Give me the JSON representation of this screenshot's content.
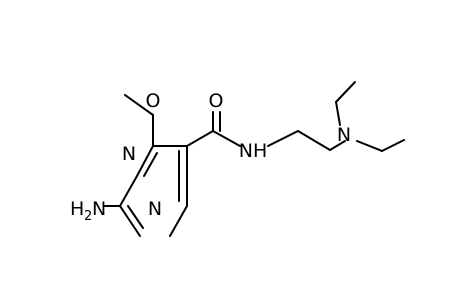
{
  "atoms": {
    "n_ring_top": "N",
    "n_ring_bottom": "N",
    "o_methoxy": "O",
    "o_carbonyl": "O",
    "nh_amide": "NH",
    "n_amine": "N",
    "nh2_group": "H",
    "nh2_subscript": "2",
    "nh2_n": "N"
  },
  "colors": {
    "bond": "#000000",
    "atom_label": "#000000",
    "background": "#ffffff"
  }
}
